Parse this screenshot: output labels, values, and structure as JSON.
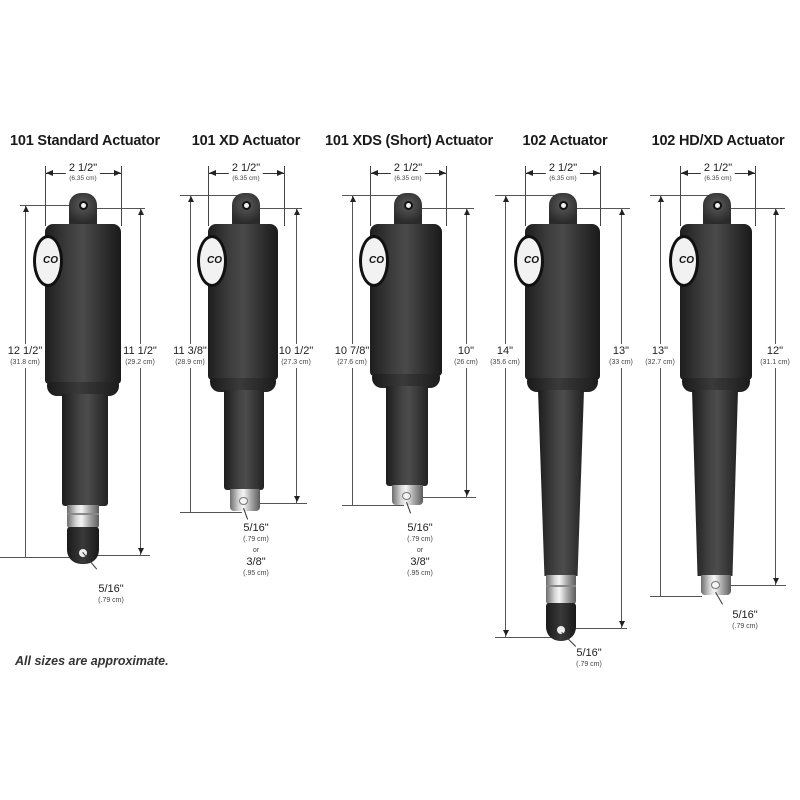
{
  "note": "All sizes are approximate.",
  "actuators": [
    {
      "title": "101 Standard Actuator",
      "width": {
        "in": "2 1/2\"",
        "cm": "(6.35 cm)"
      },
      "overall": {
        "in": "12 1/2\"",
        "cm": "(31.8 cm)"
      },
      "pin_to_pin": {
        "in": "11 1/2\"",
        "cm": "(29.2 cm)"
      },
      "pin": {
        "in": "5/16\"",
        "cm": "(.79 cm)"
      },
      "logo": "CO"
    },
    {
      "title": "101 XD Actuator",
      "width": {
        "in": "2 1/2\"",
        "cm": "(6.35 cm)"
      },
      "overall": {
        "in": "11 3/8\"",
        "cm": "(28.9 cm)"
      },
      "pin_to_pin": {
        "in": "10 1/2\"",
        "cm": "(27.3 cm)"
      },
      "pin": {
        "in": "5/16\"",
        "cm": "(.79 cm)",
        "or": "or",
        "alt_in": "3/8\"",
        "alt_cm": "(.95 cm)"
      },
      "logo": "CO"
    },
    {
      "title": "101 XDS (Short) Actuator",
      "width": {
        "in": "2 1/2\"",
        "cm": "(6.35 cm)"
      },
      "overall": {
        "in": "10 7/8\"",
        "cm": "(27.6 cm)"
      },
      "pin_to_pin": {
        "in": "10\"",
        "cm": "(26 cm)"
      },
      "pin": {
        "in": "5/16\"",
        "cm": "(.79 cm)",
        "or": "or",
        "alt_in": "3/8\"",
        "alt_cm": "(.95 cm)"
      },
      "logo": "CO"
    },
    {
      "title": "102 Actuator",
      "width": {
        "in": "2 1/2\"",
        "cm": "(6.35 cm)"
      },
      "overall": {
        "in": "14\"",
        "cm": "(35.6 cm)"
      },
      "pin_to_pin": {
        "in": "13\"",
        "cm": "(33 cm)"
      },
      "pin": {
        "in": "5/16\"",
        "cm": "(.79 cm)"
      },
      "logo": "CO"
    },
    {
      "title": "102 HD/XD Actuator",
      "width": {
        "in": "2 1/2\"",
        "cm": "(6.35 cm)"
      },
      "overall": {
        "in": "13\"",
        "cm": "(32.7 cm)"
      },
      "pin_to_pin": {
        "in": "12\"",
        "cm": "(31.1 cm)"
      },
      "pin": {
        "in": "5/16\"",
        "cm": "(.79 cm)"
      },
      "logo": "CO"
    }
  ]
}
